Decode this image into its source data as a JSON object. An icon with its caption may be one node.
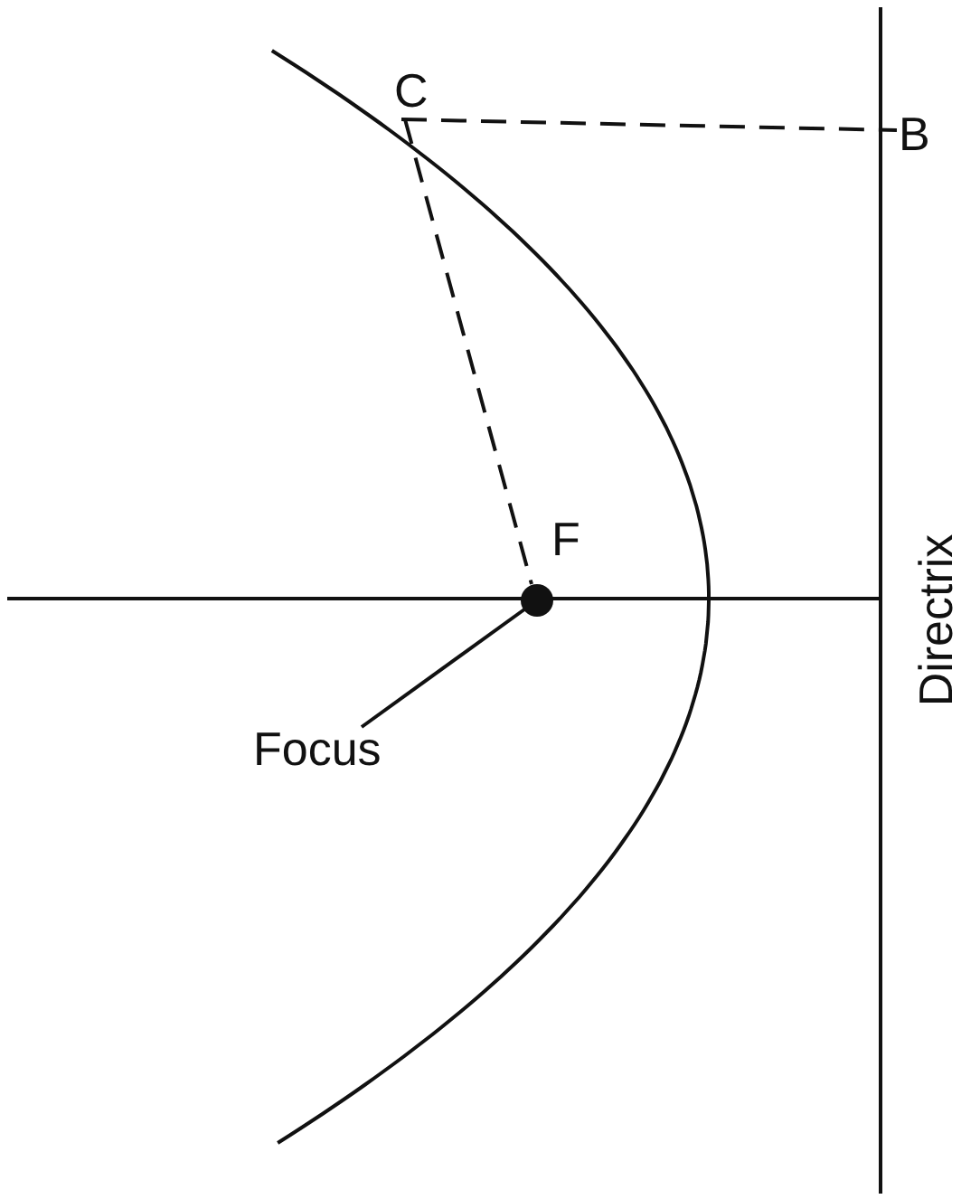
{
  "diagram": {
    "nodes": [
      {
        "text": [
          "C"
        ]
      },
      {
        "text": [
          "B"
        ]
      },
      {
        "text": [],
        "shape": "circle",
        "beside": [
          "F"
        ]
      },
      {
        "text": [
          "Focus"
        ]
      }
    ],
    "edges": [
      {
        "from": 0,
        "to": 1,
        "arrow": "none",
        "style": "dashed"
      },
      {
        "from": 0,
        "to": 2,
        "arrow": "none",
        "style": "dashed"
      },
      {
        "from": 3,
        "to": 2,
        "arrow": "none"
      }
    ],
    "labels": [
      "Directrix"
    ]
  }
}
